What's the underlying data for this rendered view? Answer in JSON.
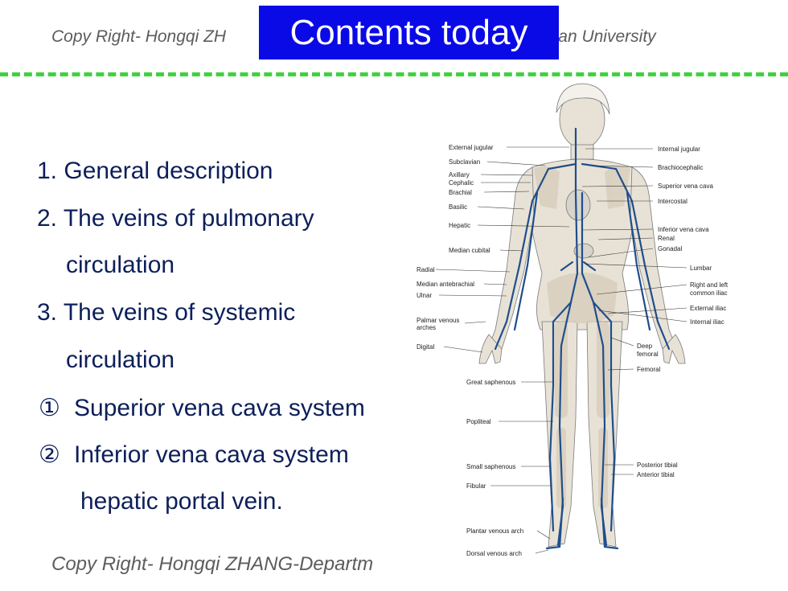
{
  "header": {
    "watermark_left": "Copy Right- Hongqi ZH",
    "watermark_right": "-Fudan University",
    "title": "Contents today"
  },
  "outline": [
    {
      "text": "1. General description"
    },
    {
      "text": "2. The veins of pulmonary"
    },
    {
      "text": "circulation"
    },
    {
      "text": "3. The veins of systemic"
    },
    {
      "text": "circulation"
    },
    {
      "marker": "①",
      "text": "Superior vena cava system"
    },
    {
      "marker": "②",
      "text": "Inferior vena cava system"
    },
    {
      "text": "hepatic portal vein."
    }
  ],
  "footer": {
    "watermark": "Copy Right- Hongqi ZHANG-Departm"
  },
  "figure": {
    "left_labels": [
      "External jugular",
      "Subclavian",
      "Axillary",
      "Cephalic",
      "Brachial",
      "Basilic",
      "Hepatic",
      "Median cubital",
      "Radial",
      "Median antebrachial",
      "Ulnar",
      "Palmar venous",
      "arches",
      "Digital",
      "Great saphenous",
      "Popliteal",
      "Small saphenous",
      "Fibular",
      "Plantar venous arch",
      "Dorsal venous arch"
    ],
    "right_labels": [
      "Internal jugular",
      "Brachiocephalic",
      "Superior vena cava",
      "Intercostal",
      "Inferior vena cava",
      "Renal",
      "Gonadal",
      "Lumbar",
      "Right and left",
      "common iliac",
      "External iliac",
      "Internal iliac",
      "Deep",
      "femoral",
      "Femoral",
      "Posterior tibial",
      "Anterior tibial"
    ],
    "vein_color": "#1f4e8c",
    "body_color": "#e8e2d6",
    "bone_color": "#d9cfbd"
  }
}
